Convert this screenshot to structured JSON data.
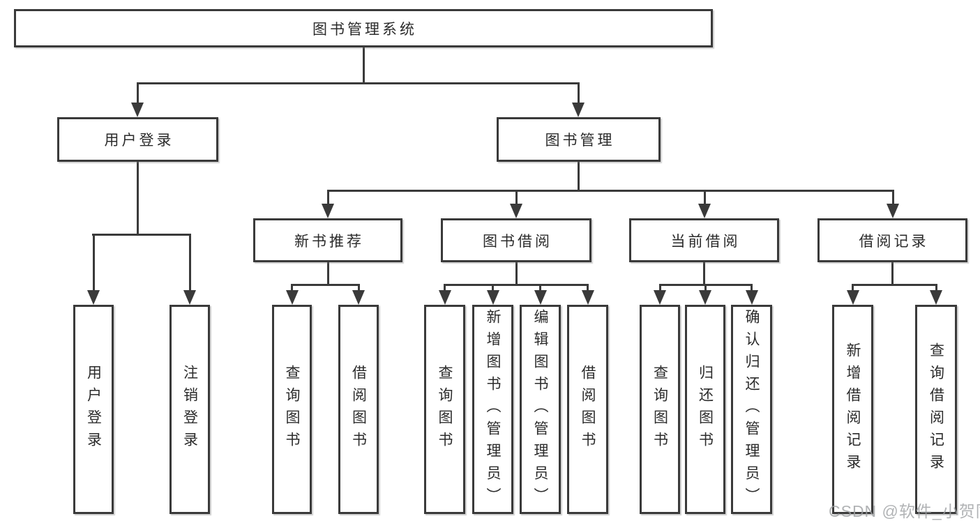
{
  "tree": {
    "root": {
      "label": "图书管理系统",
      "children": [
        {
          "label": "用户登录",
          "children": [
            {
              "label": "用户登录"
            },
            {
              "label": "注销登录"
            }
          ]
        },
        {
          "label": "图书管理",
          "children": [
            {
              "label": "新书推荐",
              "children": [
                {
                  "label": "查询图书"
                },
                {
                  "label": "借阅图书"
                }
              ]
            },
            {
              "label": "图书借阅",
              "children": [
                {
                  "label": "查询图书"
                },
                {
                  "label": "新增图书（管理员）"
                },
                {
                  "label": "编辑图书（管理员）"
                },
                {
                  "label": "借阅图书"
                }
              ]
            },
            {
              "label": "当前借阅",
              "children": [
                {
                  "label": "查询图书"
                },
                {
                  "label": "归还图书"
                },
                {
                  "label": "确认归还（管理员）"
                }
              ]
            },
            {
              "label": "借阅记录",
              "children": [
                {
                  "label": "新增借阅记录"
                },
                {
                  "label": "查询借阅记录"
                }
              ]
            }
          ]
        }
      ]
    }
  },
  "watermark": {
    "text": "CSDN @软件_小贺同学"
  },
  "colors": {
    "line": "#3a3a3a",
    "text": "#2b2b2b",
    "background": "#ffffff",
    "watermark": "#9ea0a2"
  }
}
